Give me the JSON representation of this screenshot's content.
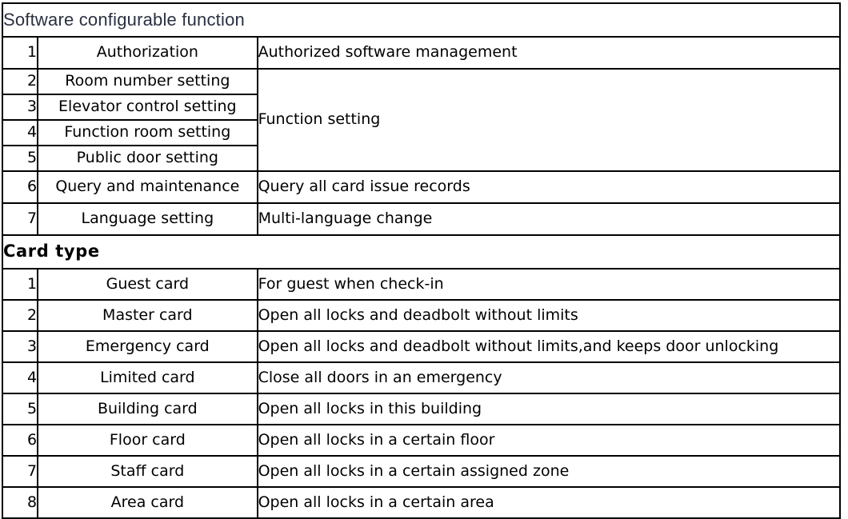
{
  "colors": {
    "header_band": "#8a99b8",
    "grid_line": "#000000",
    "cell_background": "#ffffff",
    "header_text_thin": "#2b3142",
    "header_text_bold": "#000000"
  },
  "sections": [
    {
      "title": "Software configurable function",
      "title_style": "thin",
      "rows": [
        {
          "index": "1",
          "name": "Authorization",
          "desc": "Authorized software management",
          "height": "tall"
        },
        {
          "index": "2",
          "name": "Room number setting",
          "desc": "Function setting",
          "height": "short",
          "desc_rowspan": 4
        },
        {
          "index": "3",
          "name": "Elevator control setting",
          "desc": null,
          "height": "short"
        },
        {
          "index": "4",
          "name": "Function room setting",
          "desc": null,
          "height": "short"
        },
        {
          "index": "5",
          "name": "Public door setting",
          "desc": null,
          "height": "short"
        },
        {
          "index": "6",
          "name": "Query and maintenance",
          "desc": "Query all card issue records",
          "height": "tall"
        },
        {
          "index": "7",
          "name": "Language setting",
          "desc": "Multi-language change",
          "height": "tall"
        }
      ]
    },
    {
      "title": "Card type",
      "title_style": "bold",
      "rows": [
        {
          "index": "1",
          "name": "Guest card",
          "desc": "For guest when check-in",
          "height": "card"
        },
        {
          "index": "2",
          "name": "Master card",
          "desc": "Open all locks and deadbolt without limits",
          "height": "card"
        },
        {
          "index": "3",
          "name": "Emergency card",
          "desc": "Open all locks and deadbolt without limits,and keeps door unlocking",
          "height": "card"
        },
        {
          "index": "4",
          "name": "Limited card",
          "desc": "Close all doors in an emergency",
          "height": "card"
        },
        {
          "index": "5",
          "name": "Building card",
          "desc": "Open all locks in this building",
          "height": "card"
        },
        {
          "index": "6",
          "name": "Floor card",
          "desc": "Open all locks in a certain floor",
          "height": "card"
        },
        {
          "index": "7",
          "name": "Staff card",
          "desc": "Open all locks in a certain assigned zone",
          "height": "card"
        },
        {
          "index": "8",
          "name": "Area card",
          "desc": "Open all locks in a certain area",
          "height": "card"
        }
      ]
    }
  ]
}
